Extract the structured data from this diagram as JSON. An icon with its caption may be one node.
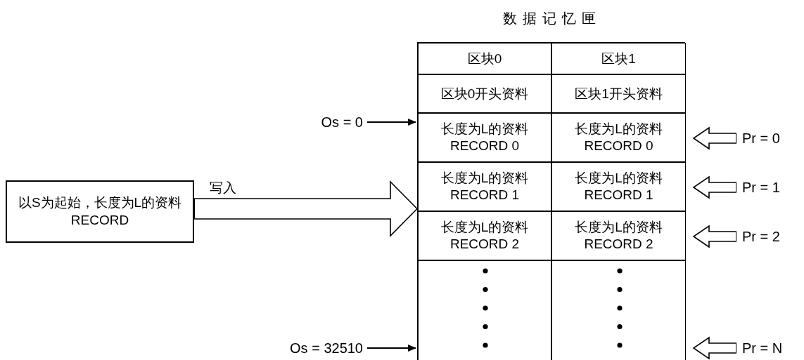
{
  "diagram": {
    "nodes": [
      {
        "text": [
          "以S为起始，长度为L的资料RECORD"
        ]
      },
      {
        "text": [
          "数据记忆匣"
        ]
      },
      {
        "text": [
          "区块0"
        ],
        "in": 1
      },
      {
        "text": [
          "区块1"
        ],
        "in": 1
      },
      {
        "text": [
          "区块0开头资料"
        ],
        "in": 1
      },
      {
        "text": [
          "区块1开头资料"
        ],
        "in": 1
      },
      {
        "text": [
          "长度为L的资料 RECORD 0"
        ],
        "in": 1
      },
      {
        "text": [
          "长度为L的资料 RECORD 0"
        ],
        "in": 1
      },
      {
        "text": [
          "长度为L的资料 RECORD 1"
        ],
        "in": 1
      },
      {
        "text": [
          "长度为L的资料 RECORD 1"
        ],
        "in": 1
      },
      {
        "text": [
          "长度为L的资料 RECORD 2"
        ],
        "in": 1
      },
      {
        "text": [
          "长度为L的资料 RECORD 2"
        ],
        "in": 1
      },
      {
        "text": [],
        "shape": "box",
        "in": 1
      },
      {
        "text": [],
        "shape": "box",
        "in": 1
      },
      {
        "text": [
          "Os = 0"
        ]
      },
      {
        "text": [
          "Os = 32510"
        ]
      },
      {
        "text": [
          "Pr = 0"
        ]
      },
      {
        "text": [
          "Pr = 1"
        ]
      },
      {
        "text": [
          "Pr = 2"
        ]
      },
      {
        "text": [
          "Pr = N"
        ]
      }
    ],
    "edges": [
      {
        "from": 0,
        "to": 1,
        "arrow": "to",
        "label": "写入",
        "style": "thick"
      },
      {
        "from": 14,
        "to": 6,
        "arrow": "to"
      },
      {
        "from": 15,
        "to": 12,
        "arrow": "to"
      },
      {
        "from": 16,
        "to": 7,
        "arrow": "to"
      },
      {
        "from": 17,
        "to": 9,
        "arrow": "to"
      },
      {
        "from": 18,
        "to": 11,
        "arrow": "to"
      },
      {
        "from": 19,
        "to": 13,
        "arrow": "to"
      }
    ]
  }
}
